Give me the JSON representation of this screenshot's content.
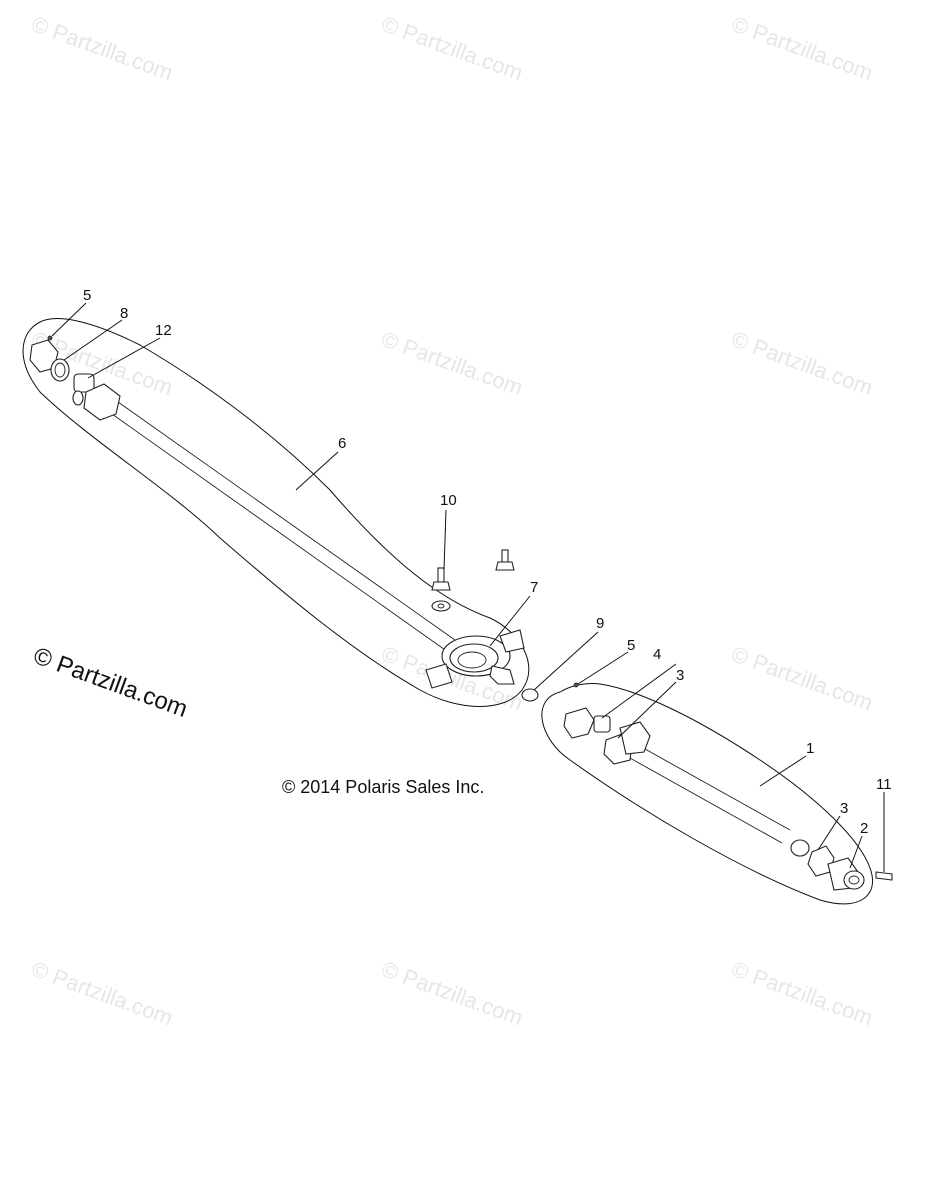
{
  "watermark_text": "© Partzilla.com",
  "brand_logo_text": "© Partzilla.com",
  "copyright": "© 2014 Polaris Sales Inc.",
  "callouts": [
    {
      "id": "c5a",
      "label": "5"
    },
    {
      "id": "c8",
      "label": "8"
    },
    {
      "id": "c12",
      "label": "12"
    },
    {
      "id": "c6",
      "label": "6"
    },
    {
      "id": "c10",
      "label": "10"
    },
    {
      "id": "c7",
      "label": "7"
    },
    {
      "id": "c9",
      "label": "9"
    },
    {
      "id": "c5b",
      "label": "5"
    },
    {
      "id": "c4",
      "label": "4"
    },
    {
      "id": "c3a",
      "label": "3"
    },
    {
      "id": "c1",
      "label": "1"
    },
    {
      "id": "c11",
      "label": "11"
    },
    {
      "id": "c3b",
      "label": "3"
    },
    {
      "id": "c2",
      "label": "2"
    }
  ],
  "colors": {
    "ink": "#111111",
    "watermark": "#e6e6e6",
    "background": "#ffffff"
  }
}
